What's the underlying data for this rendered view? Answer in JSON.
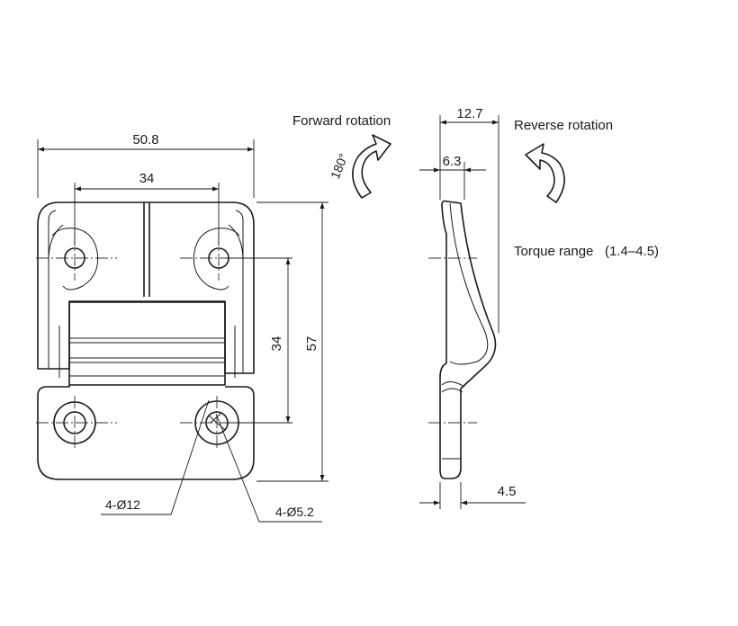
{
  "labels": {
    "forward_rotation": "Forward rotation",
    "reverse_rotation": "Reverse rotation",
    "angle": "180°",
    "torque_range": "Torque range",
    "torque_values": "(1.4–4.5)"
  },
  "dimensions": {
    "overall_width": "50.8",
    "hole_spacing_horizontal": "34",
    "hole_spacing_vertical": "34",
    "overall_height": "57",
    "counterbore": "4-Ø12",
    "through_hole": "4-Ø5.2",
    "side_width": "12.7",
    "side_offset": "6.3",
    "thickness": "4.5"
  }
}
